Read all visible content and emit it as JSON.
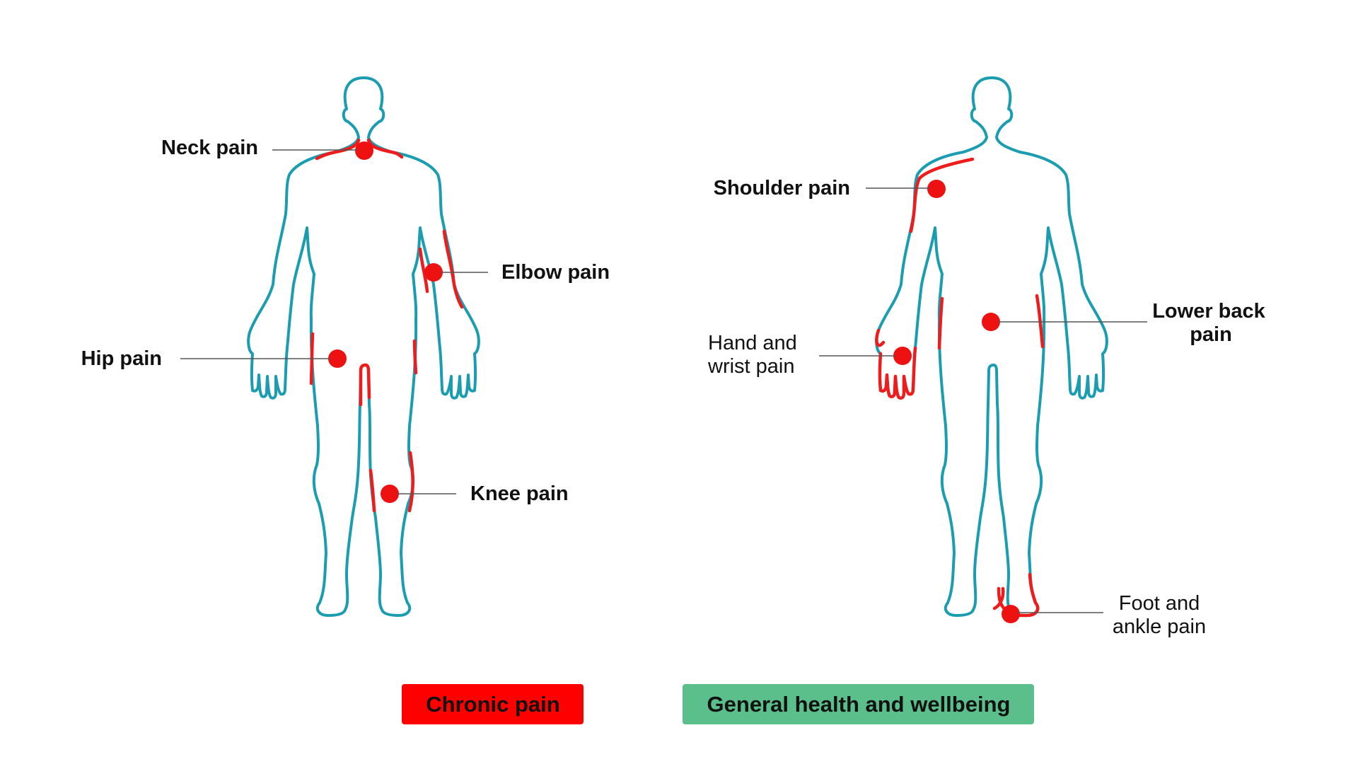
{
  "labels": {
    "neck": "Neck pain",
    "elbow": "Elbow pain",
    "hip": "Hip pain",
    "knee": "Knee pain",
    "shoulder": "Shoulder pain",
    "lower_back_line1": "Lower back",
    "lower_back_line2": "pain",
    "hand_line1": "Hand and",
    "hand_line2": "wrist pain",
    "foot_line1": "Foot and",
    "foot_line2": "ankle pain"
  },
  "legend": {
    "chronic": "Chronic pain",
    "general": "General health and wellbeing"
  },
  "colors": {
    "outline": "#1a9db0",
    "pain": "#ee1111",
    "chronic_bg": "#fe0000",
    "general_bg": "#5bbf8c"
  }
}
